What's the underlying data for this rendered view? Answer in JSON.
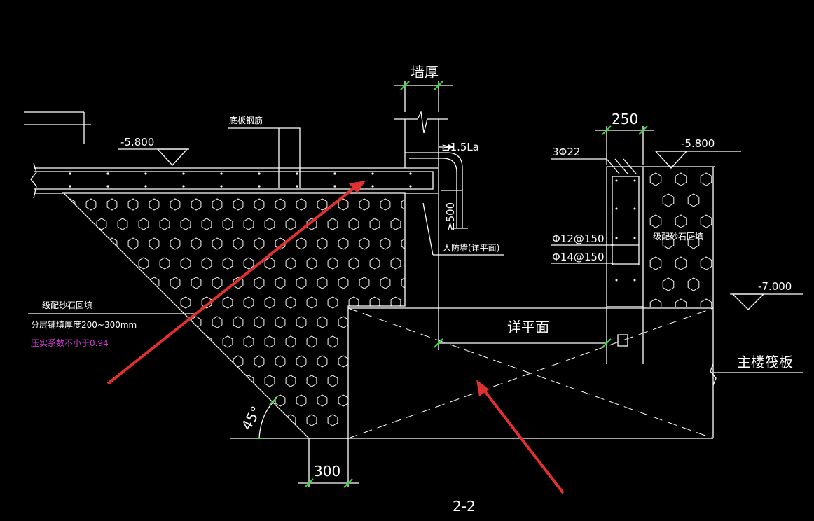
{
  "drawing": {
    "section_title": "2-2",
    "labels": {
      "wall_thickness": "墙厚",
      "dim_250": "250",
      "dim_300": "300",
      "elev_left": "-5.800",
      "elev_right_top": "-5.800",
      "elev_right_low": "-7.000",
      "bottom_rebar": "底板钢筋",
      "anchor_len": "≥1.5La",
      "dim_500": "≥500",
      "civil_defense_wall": "人防墙(详平面)",
      "rebar_3phi22": "3Φ22",
      "rebar_phi12": "Φ12@150",
      "rebar_phi14": "Φ14@150",
      "gravel_fill_right": "级配砂石回填",
      "gravel_fill_left": "级配砂石回填",
      "layer_note": "分层铺填厚度200~300mm",
      "compaction_note": "压实系数不小于0.94",
      "see_plan": "详平面",
      "main_raft": "主楼筏板",
      "angle": "45°",
      "la_small": "La"
    }
  },
  "colors": {
    "background": "#000000",
    "lines": "#ffffff",
    "dim_ticks": "#33dd33",
    "annotation_arrows": "#e03030",
    "note_magenta": "#d23ad2"
  }
}
